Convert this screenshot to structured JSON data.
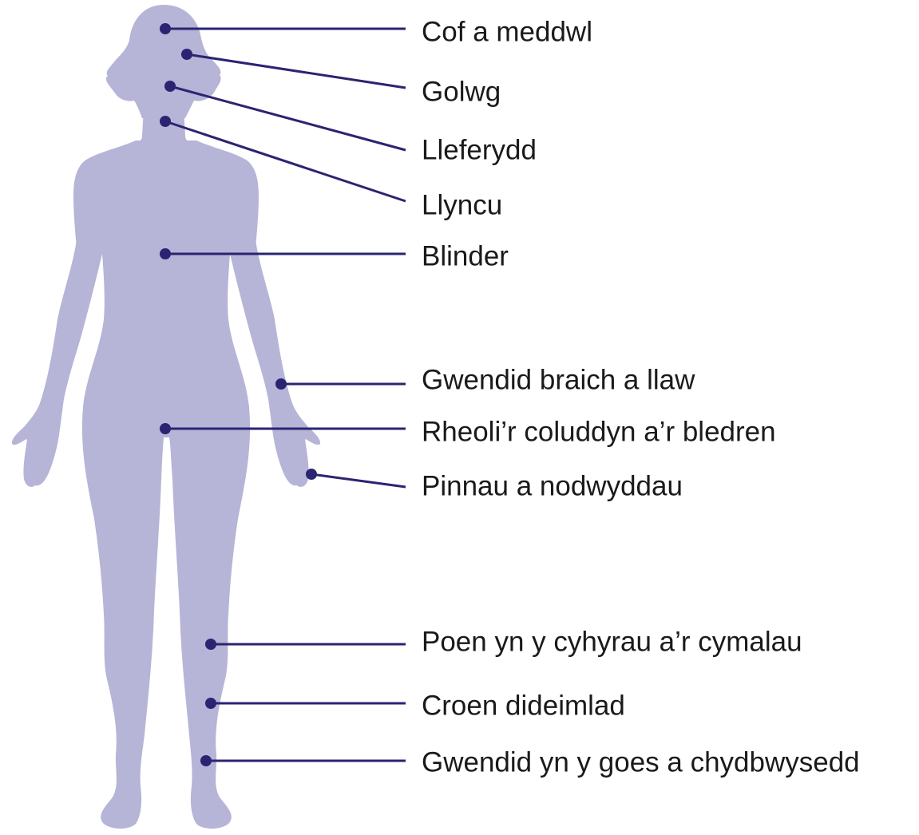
{
  "colors": {
    "body": "#b6b4d7",
    "line": "#2b2472",
    "text": "#1a1a1a"
  },
  "labels": [
    {
      "id": "memory",
      "text": "Cof a meddwl"
    },
    {
      "id": "vision",
      "text": "Golwg"
    },
    {
      "id": "speech",
      "text": "Lleferydd"
    },
    {
      "id": "swallowing",
      "text": "Llyncu"
    },
    {
      "id": "fatigue",
      "text": "Blinder"
    },
    {
      "id": "arm-weakness",
      "text": "Gwendid braich a llaw"
    },
    {
      "id": "bladder-bowel",
      "text": "Rheoli’r coluddyn a’r bledren"
    },
    {
      "id": "pins-needles",
      "text": "Pinnau a nodwyddau"
    },
    {
      "id": "muscle-pain",
      "text": "Poen yn y cyhyrau a’r cymalau"
    },
    {
      "id": "numb-skin",
      "text": "Croen dideimlad"
    },
    {
      "id": "leg-weakness",
      "text": "Gwendid yn y goes a chydbwysedd"
    }
  ]
}
